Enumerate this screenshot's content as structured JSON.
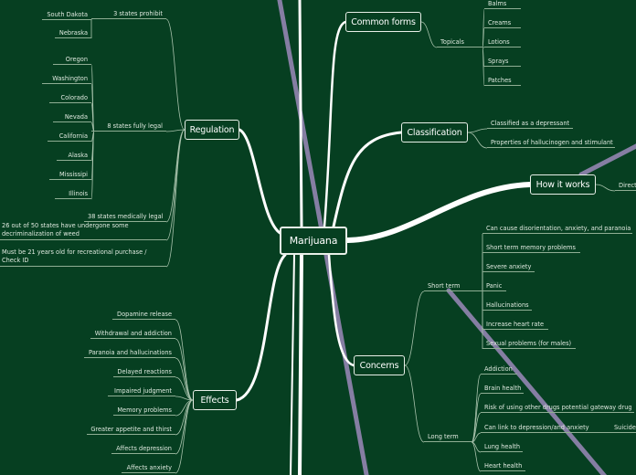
{
  "central": {
    "label": "Marijuana"
  },
  "regulation": {
    "label": "Regulation",
    "prohibit": {
      "label": "3 states prohibit",
      "states": [
        "South Dakota",
        "Nebraska"
      ]
    },
    "fully_legal": {
      "label": "8 states fully legal",
      "states": [
        "Oregon",
        "Washington",
        "Colorado",
        "Nevada",
        "California",
        "Alaska",
        "Mississipi",
        "Illinois"
      ]
    },
    "medically_legal": "38 states medically legal",
    "decriminalization": "26 out of 50 states have undergone some decriminalization of weed",
    "age": "Must be 21 years old for recreational purchase / Check ID"
  },
  "effects": {
    "label": "Effects",
    "items": [
      "Dopamine release",
      "Withdrawal and addiction",
      "Paranoia and hallucinations",
      "Delayed reactions",
      "Impaired judgment",
      "Memory problems",
      "Greater appetite and thirst",
      "Affects depression",
      "Affects anxiety"
    ]
  },
  "common_forms": {
    "label": "Common forms",
    "topicals": {
      "label": "Topicals",
      "items": [
        "Balms",
        "Creams",
        "Lotions",
        "Sprays",
        "Patches"
      ]
    }
  },
  "classification": {
    "label": "Classification",
    "items": [
      "Classified as a depressant",
      "Properties of hallucinogen and stimulant"
    ]
  },
  "how_it_works": {
    "label": "How it works",
    "items": [
      "Direct"
    ]
  },
  "concerns": {
    "label": "Concerns",
    "short_term": {
      "label": "Short term",
      "items": [
        "Can cause disorientation, anxiety, and paranoia",
        "Short term memory problems",
        "Severe anxiety",
        "Panic",
        "Hallucinations",
        "Increase heart rate",
        "Sexual problems (for males)"
      ]
    },
    "long_term": {
      "label": "Long term",
      "items": [
        "Addiction",
        "Brain health",
        "Risk of using other drugs potential gateway drug",
        "Can link to depression/and anxiety",
        "Lung health",
        "Heart health"
      ],
      "sub": "Suicide"
    }
  },
  "colors": {
    "background": "#063f21",
    "branch": "#ffffff",
    "relationship": "#8a82a6"
  }
}
